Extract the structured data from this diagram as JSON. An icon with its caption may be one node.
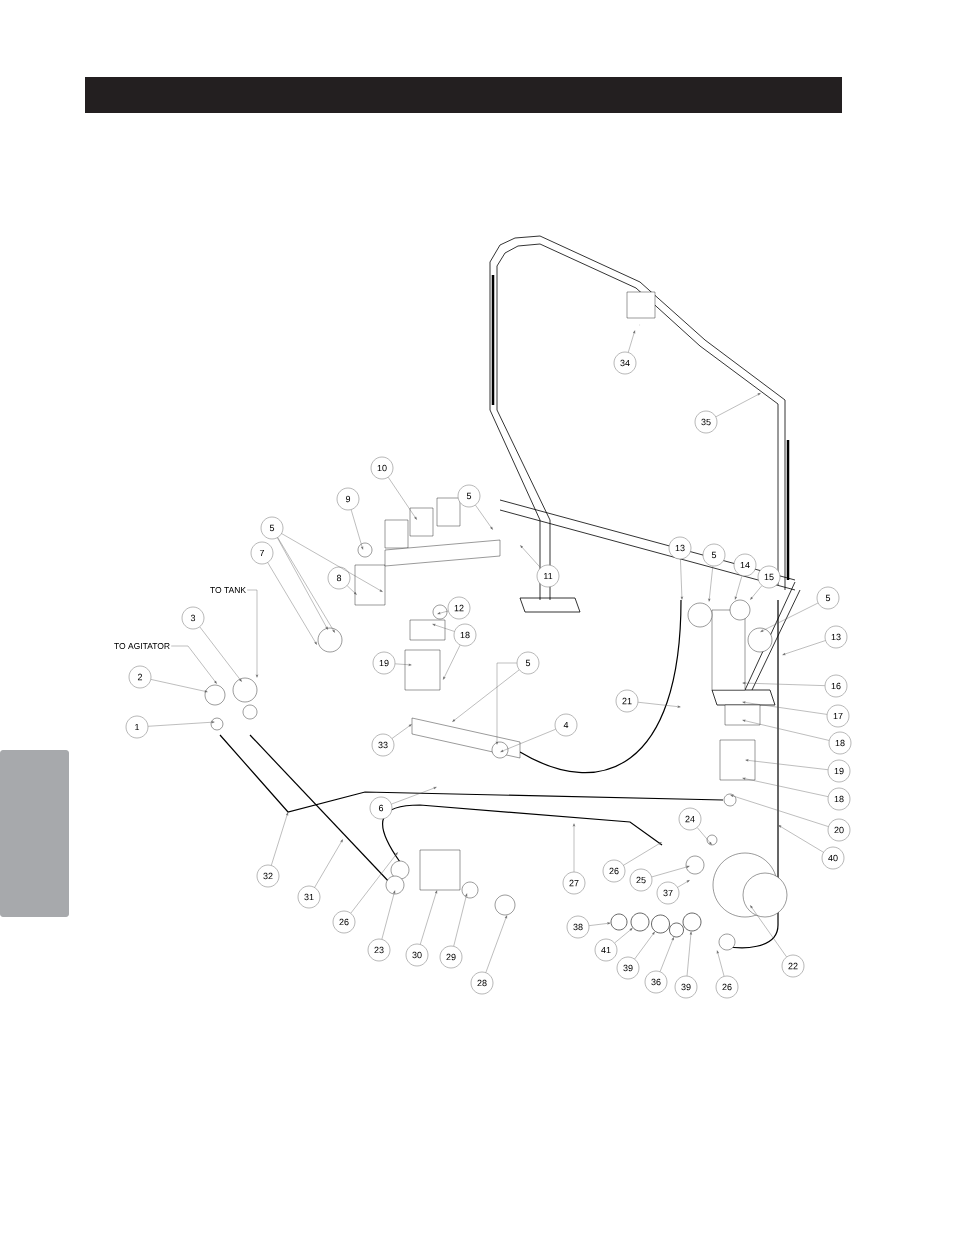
{
  "diagram": {
    "nodes": [
      {
        "text": [
          "34"
        ]
      },
      {
        "text": [
          "35"
        ]
      },
      {
        "text": [
          "10"
        ]
      },
      {
        "text": [
          "5"
        ]
      },
      {
        "text": [
          "9"
        ]
      },
      {
        "text": [
          "5"
        ]
      },
      {
        "text": [
          "7"
        ]
      },
      {
        "text": [
          "13"
        ]
      },
      {
        "text": [
          "5"
        ]
      },
      {
        "text": [
          "14"
        ]
      },
      {
        "text": [
          "15"
        ]
      },
      {
        "text": [
          "11"
        ]
      },
      {
        "text": [
          "8"
        ]
      },
      {
        "text": [
          "TO TANK"
        ]
      },
      {
        "text": [
          "3"
        ]
      },
      {
        "text": [
          "5"
        ]
      },
      {
        "text": [
          "12"
        ]
      },
      {
        "text": [
          "18"
        ]
      },
      {
        "text": [
          "13"
        ]
      },
      {
        "text": [
          "TO AGITATOR"
        ]
      },
      {
        "text": [
          "19"
        ]
      },
      {
        "text": [
          "5"
        ]
      },
      {
        "text": [
          "2"
        ]
      },
      {
        "text": [
          "16"
        ]
      },
      {
        "text": [
          "21"
        ]
      },
      {
        "text": [
          "17"
        ]
      },
      {
        "text": [
          "1"
        ]
      },
      {
        "text": [
          "4"
        ]
      },
      {
        "text": [
          "18"
        ]
      },
      {
        "text": [
          "33"
        ]
      },
      {
        "text": [
          "19"
        ]
      },
      {
        "text": [
          "18"
        ]
      },
      {
        "text": [
          "6"
        ]
      },
      {
        "text": [
          "24"
        ]
      },
      {
        "text": [
          "20"
        ]
      },
      {
        "text": [
          "40"
        ]
      },
      {
        "text": [
          "26"
        ]
      },
      {
        "text": [
          "32"
        ]
      },
      {
        "text": [
          "25"
        ]
      },
      {
        "text": [
          "27"
        ]
      },
      {
        "text": [
          "37"
        ]
      },
      {
        "text": [
          "31"
        ]
      },
      {
        "text": [
          "26"
        ]
      },
      {
        "text": [
          "38"
        ]
      },
      {
        "text": [
          "23"
        ]
      },
      {
        "text": [
          "30"
        ]
      },
      {
        "text": [
          "41"
        ]
      },
      {
        "text": [
          "29"
        ]
      },
      {
        "text": [
          "22"
        ]
      },
      {
        "text": [
          "39"
        ]
      },
      {
        "text": [
          "36"
        ]
      },
      {
        "text": [
          "28"
        ]
      },
      {
        "text": [
          "26"
        ]
      },
      {
        "text": [
          "39"
        ]
      },
      {
        "text": [],
        "shape": "bar"
      },
      {
        "text": [],
        "shape": "box"
      },
      {
        "text": [],
        "shape": "circle"
      },
      {
        "text": [],
        "shape": "circle"
      },
      {
        "text": [],
        "shape": "circle"
      },
      {
        "text": [],
        "shape": "circle"
      },
      {
        "text": [],
        "shape": "circle"
      }
    ],
    "edges": [
      {
        "from": 0,
        "to": null,
        "arrow": "to"
      },
      {
        "from": 1,
        "to": null,
        "arrow": "to"
      },
      {
        "from": 2,
        "to": null,
        "arrow": "to"
      },
      {
        "from": 3,
        "to": null,
        "arrow": "to"
      },
      {
        "from": 4,
        "to": null,
        "arrow": "to"
      },
      {
        "from": 5,
        "to": null,
        "arrow": "to"
      },
      {
        "from": 5,
        "to": null,
        "arrow": "to"
      },
      {
        "from": 5,
        "to": null,
        "arrow": "to"
      },
      {
        "from": 6,
        "to": null,
        "arrow": "to"
      },
      {
        "from": 7,
        "to": null,
        "arrow": "to"
      },
      {
        "from": 8,
        "to": null,
        "arrow": "to"
      },
      {
        "from": 9,
        "to": null,
        "arrow": "to"
      },
      {
        "from": 10,
        "to": null,
        "arrow": "to"
      },
      {
        "from": 11,
        "to": null,
        "arrow": "to"
      },
      {
        "from": 12,
        "to": null,
        "arrow": "to"
      },
      {
        "from": 13,
        "to": null,
        "arrow": "to"
      },
      {
        "from": 14,
        "to": null,
        "arrow": "to"
      },
      {
        "from": 15,
        "to": null,
        "arrow": "to"
      },
      {
        "from": 16,
        "to": null,
        "arrow": "to"
      },
      {
        "from": 17,
        "to": null,
        "arrow": "to"
      },
      {
        "from": 17,
        "to": null,
        "arrow": "to"
      },
      {
        "from": 18,
        "to": null,
        "arrow": "to"
      },
      {
        "from": 19,
        "to": null,
        "arrow": "to"
      },
      {
        "from": 20,
        "to": null,
        "arrow": "to"
      },
      {
        "from": 21,
        "to": null,
        "arrow": "to"
      },
      {
        "from": 21,
        "to": null,
        "arrow": "to"
      },
      {
        "from": 22,
        "to": null,
        "arrow": "to"
      },
      {
        "from": 23,
        "to": null,
        "arrow": "to"
      },
      {
        "from": 24,
        "to": null,
        "arrow": "to"
      },
      {
        "from": 25,
        "to": null,
        "arrow": "to"
      },
      {
        "from": 26,
        "to": null,
        "arrow": "to"
      },
      {
        "from": 27,
        "to": null,
        "arrow": "to"
      },
      {
        "from": 28,
        "to": null,
        "arrow": "to"
      },
      {
        "from": 29,
        "to": null,
        "arrow": "to"
      },
      {
        "from": 30,
        "to": null,
        "arrow": "to"
      },
      {
        "from": 31,
        "to": null,
        "arrow": "to"
      },
      {
        "from": 32,
        "to": null,
        "arrow": "to"
      },
      {
        "from": 33,
        "to": null,
        "arrow": "to"
      },
      {
        "from": 34,
        "to": null,
        "arrow": "to"
      },
      {
        "from": 35,
        "to": null,
        "arrow": "to"
      },
      {
        "from": 36,
        "to": null,
        "arrow": "to"
      },
      {
        "from": 37,
        "to": null,
        "arrow": "to"
      },
      {
        "from": 38,
        "to": null,
        "arrow": "to"
      },
      {
        "from": 39,
        "to": null,
        "arrow": "to"
      },
      {
        "from": 40,
        "to": null,
        "arrow": "to"
      },
      {
        "from": 41,
        "to": null,
        "arrow": "to"
      },
      {
        "from": 42,
        "to": null,
        "arrow": "to"
      },
      {
        "from": 43,
        "to": 56,
        "arrow": "to"
      },
      {
        "from": 44,
        "to": null,
        "arrow": "to"
      },
      {
        "from": 45,
        "to": null,
        "arrow": "to"
      },
      {
        "from": 46,
        "to": 57,
        "arrow": "to"
      },
      {
        "from": 47,
        "to": null,
        "arrow": "to"
      },
      {
        "from": 48,
        "to": null,
        "arrow": "to"
      },
      {
        "from": 49,
        "to": 58,
        "arrow": "to"
      },
      {
        "from": 50,
        "to": 59,
        "arrow": "to"
      },
      {
        "from": 51,
        "to": null,
        "arrow": "to"
      },
      {
        "from": 52,
        "to": null,
        "arrow": "to"
      },
      {
        "from": 53,
        "to": 60,
        "arrow": "to"
      }
    ]
  }
}
